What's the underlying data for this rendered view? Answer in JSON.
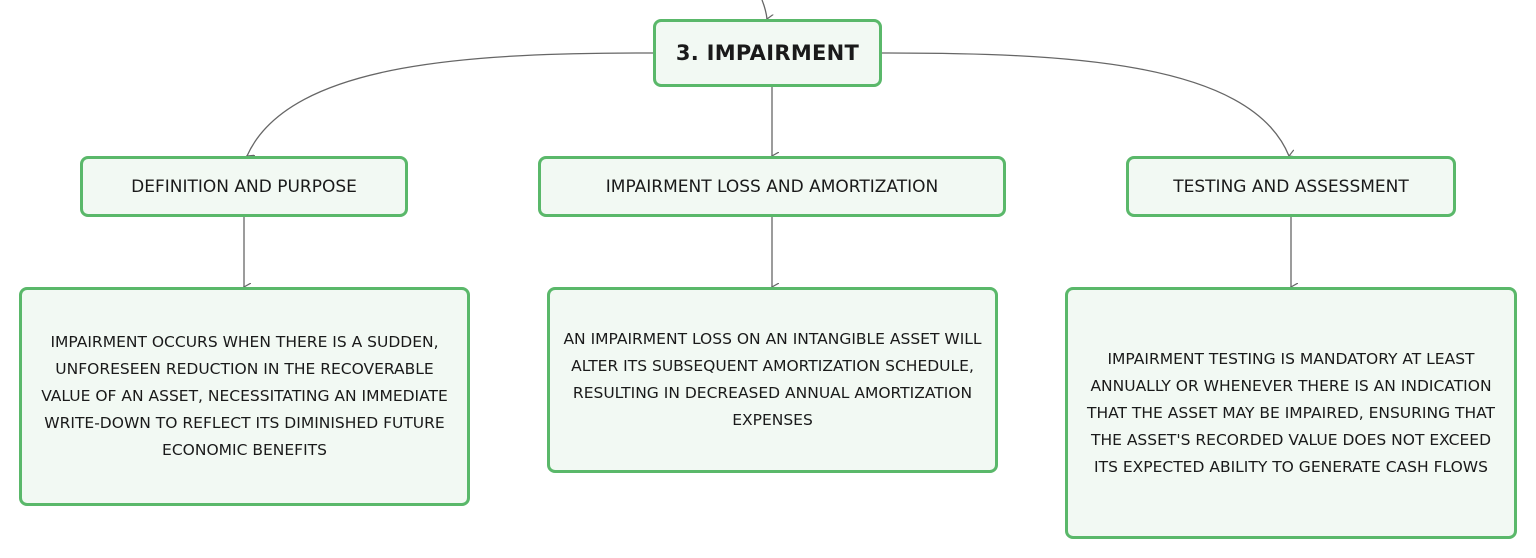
{
  "root": {
    "label": "3. IMPAIRMENT"
  },
  "branches": [
    {
      "label": "DEFINITION AND PURPOSE",
      "detail": "IMPAIRMENT OCCURS WHEN THERE IS A SUDDEN, UNFORESEEN REDUCTION IN THE RECOVERABLE VALUE OF AN ASSET, NECESSITATING AN IMMEDIATE WRITE-DOWN TO REFLECT ITS DIMINISHED FUTURE ECONOMIC BENEFITS"
    },
    {
      "label": "IMPAIRMENT LOSS AND AMORTIZATION",
      "detail": "AN IMPAIRMENT LOSS ON AN INTANGIBLE ASSET WILL ALTER ITS SUBSEQUENT AMORTIZATION SCHEDULE, RESULTING IN DECREASED ANNUAL AMORTIZATION EXPENSES"
    },
    {
      "label": "TESTING AND ASSESSMENT",
      "detail": "IMPAIRMENT TESTING IS MANDATORY AT LEAST ANNUALLY OR WHENEVER THERE IS AN INDICATION THAT THE ASSET MAY BE IMPAIRED, ENSURING THAT THE ASSET'S RECORDED VALUE DOES NOT EXCEED ITS EXPECTED ABILITY TO GENERATE CASH FLOWS"
    }
  ],
  "colors": {
    "node_border": "#5ab86a",
    "node_fill": "#f2f9f3",
    "connector": "#666666",
    "text": "#1a1a1a"
  }
}
